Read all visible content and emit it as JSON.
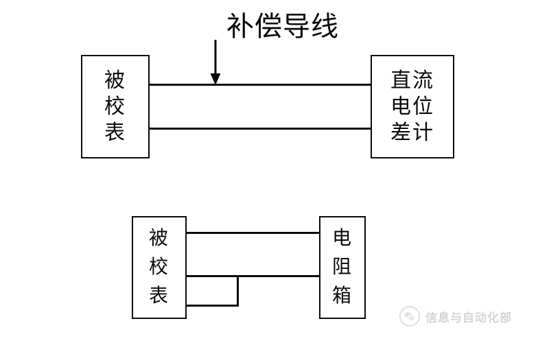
{
  "figure": {
    "type": "diagram",
    "subtype": "instrument-calibration-wiring-schematic",
    "background_color": "#ffffff",
    "line_color": "#0a0a0a",
    "text_color": "#0a0a0a"
  },
  "annotations": {
    "compensating_wire_label": "补偿导线",
    "arrow_icon_name": "down-arrow-icon"
  },
  "upper_diagram": {
    "left_block": {
      "label": "被校表",
      "lines": [
        "被",
        "校",
        "表"
      ]
    },
    "right_block": {
      "label": "直流电位差计",
      "lines": [
        "直流",
        "电位",
        "差计"
      ]
    },
    "connections": [
      {
        "name": "upper-lead",
        "from": "被校表",
        "to": "直流电位差计"
      },
      {
        "name": "lower-lead",
        "from": "被校表",
        "to": "直流电位差计"
      }
    ]
  },
  "lower_diagram": {
    "left_block": {
      "label": "被校表",
      "lines": [
        "被",
        "校",
        "表"
      ]
    },
    "right_block": {
      "label": "电阻箱",
      "lines": [
        "电",
        "阻",
        "箱"
      ]
    },
    "connections": [
      {
        "name": "upper-lead",
        "from": "被校表",
        "to": "电阻箱"
      },
      {
        "name": "middle-lead",
        "from": "被校表",
        "to": "电阻箱"
      },
      {
        "name": "bottom-lead-jumper",
        "from": "被校表",
        "to": "middle-lead"
      }
    ]
  },
  "watermark": {
    "text": "信息与自动化部",
    "icon_name": "wechat-logo-icon",
    "color": "#9a9a9a"
  }
}
